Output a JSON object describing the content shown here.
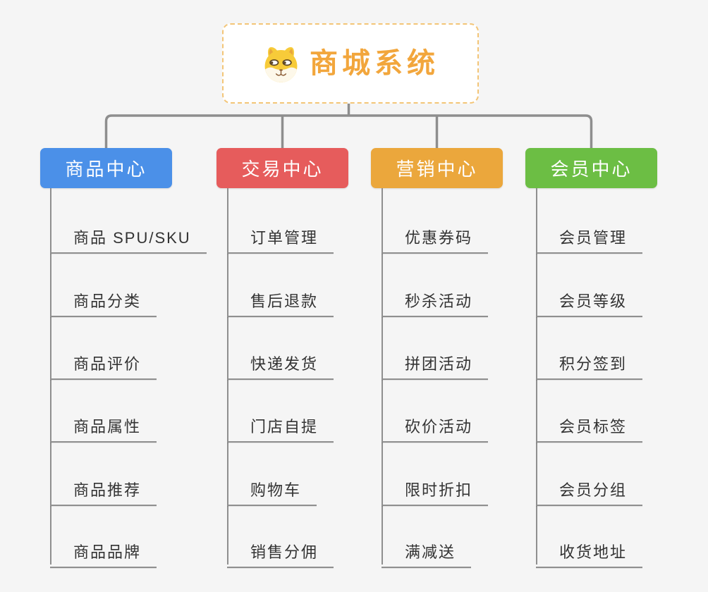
{
  "page": {
    "background": "#f5f5f5",
    "connector_color": "#8e8e8e",
    "leaf_line_color": "#8f8f8f"
  },
  "root": {
    "title": "商城系统",
    "icon": "shiba-dog-icon",
    "text_color": "#f2a63c",
    "border_color": "#f3c577"
  },
  "branches": [
    {
      "label": "商品中心",
      "color": "#4b90e8",
      "children": [
        "商品 SPU/SKU",
        "商品分类",
        "商品评价",
        "商品属性",
        "商品推荐",
        "商品品牌"
      ]
    },
    {
      "label": "交易中心",
      "color": "#e65c5c",
      "children": [
        "订单管理",
        "售后退款",
        "快递发货",
        "门店自提",
        "购物车",
        "销售分佣"
      ]
    },
    {
      "label": "营销中心",
      "color": "#eba73c",
      "children": [
        "优惠券码",
        "秒杀活动",
        "拼团活动",
        "砍价活动",
        "限时折扣",
        "满减送"
      ]
    },
    {
      "label": "会员中心",
      "color": "#6cbe44",
      "children": [
        "会员管理",
        "会员等级",
        "积分签到",
        "会员标签",
        "会员分组",
        "收货地址"
      ]
    }
  ]
}
